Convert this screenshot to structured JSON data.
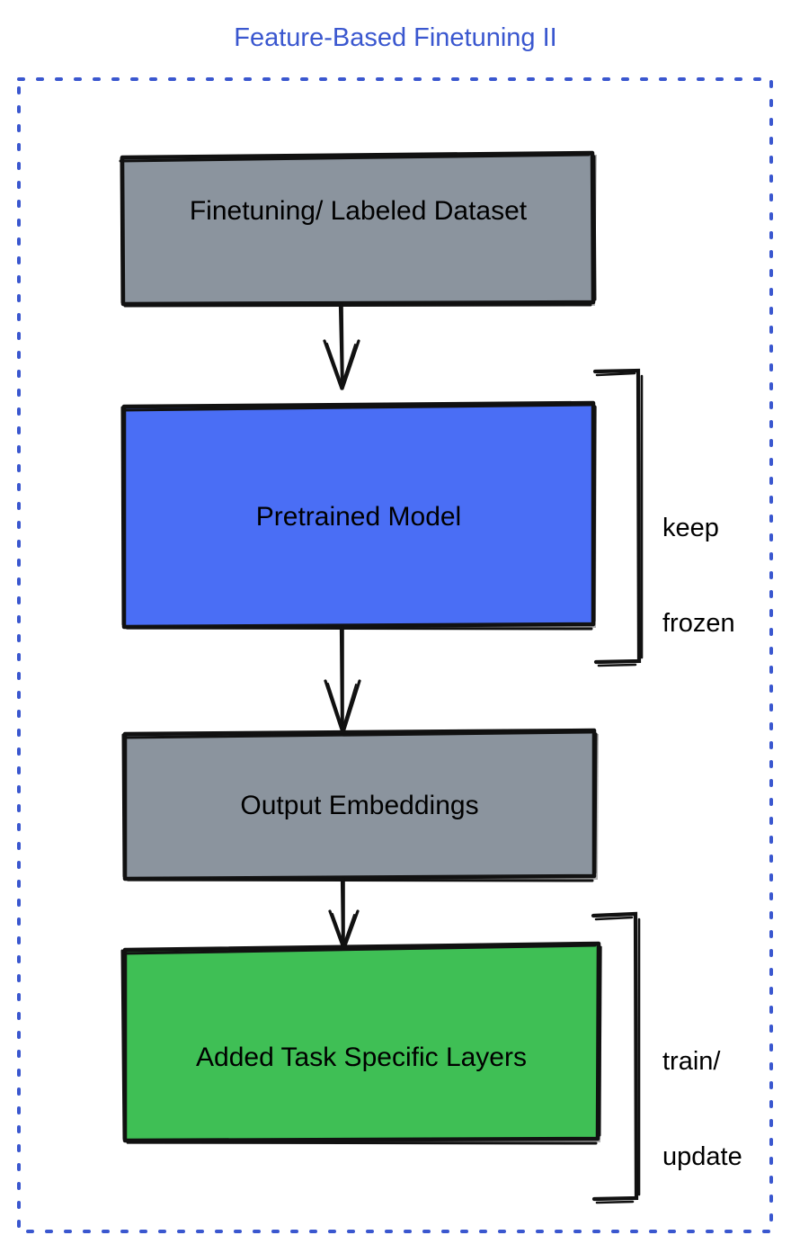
{
  "title": "Feature-Based Finetuning II",
  "colors": {
    "title": "#3a57cf",
    "dashed_border": "#3a57cf",
    "gray_box": "#8b949e",
    "blue_box": "#4a6ef5",
    "green_box": "#3fbf55",
    "stroke": "#111111",
    "text": "#000000",
    "background": "#ffffff"
  },
  "flow": {
    "nodes": [
      {
        "id": "dataset",
        "label": "Finetuning/ Labeled Dataset",
        "fill": "gray"
      },
      {
        "id": "pretrained",
        "label": "Pretrained Model",
        "fill": "blue"
      },
      {
        "id": "embeddings",
        "label": "Output Embeddings",
        "fill": "gray"
      },
      {
        "id": "task",
        "label": "Added Task Specific Layers",
        "fill": "green"
      }
    ],
    "edges": [
      {
        "from": "dataset",
        "to": "pretrained",
        "style": "arrow-down"
      },
      {
        "from": "pretrained",
        "to": "embeddings",
        "style": "arrow-down"
      },
      {
        "from": "embeddings",
        "to": "task",
        "style": "arrow-down"
      }
    ],
    "annotations": [
      {
        "id": "frozen",
        "target": "pretrained",
        "line1": "keep",
        "line2": "frozen"
      },
      {
        "id": "update",
        "target": "task",
        "line1": "train/",
        "line2": "update"
      }
    ]
  }
}
